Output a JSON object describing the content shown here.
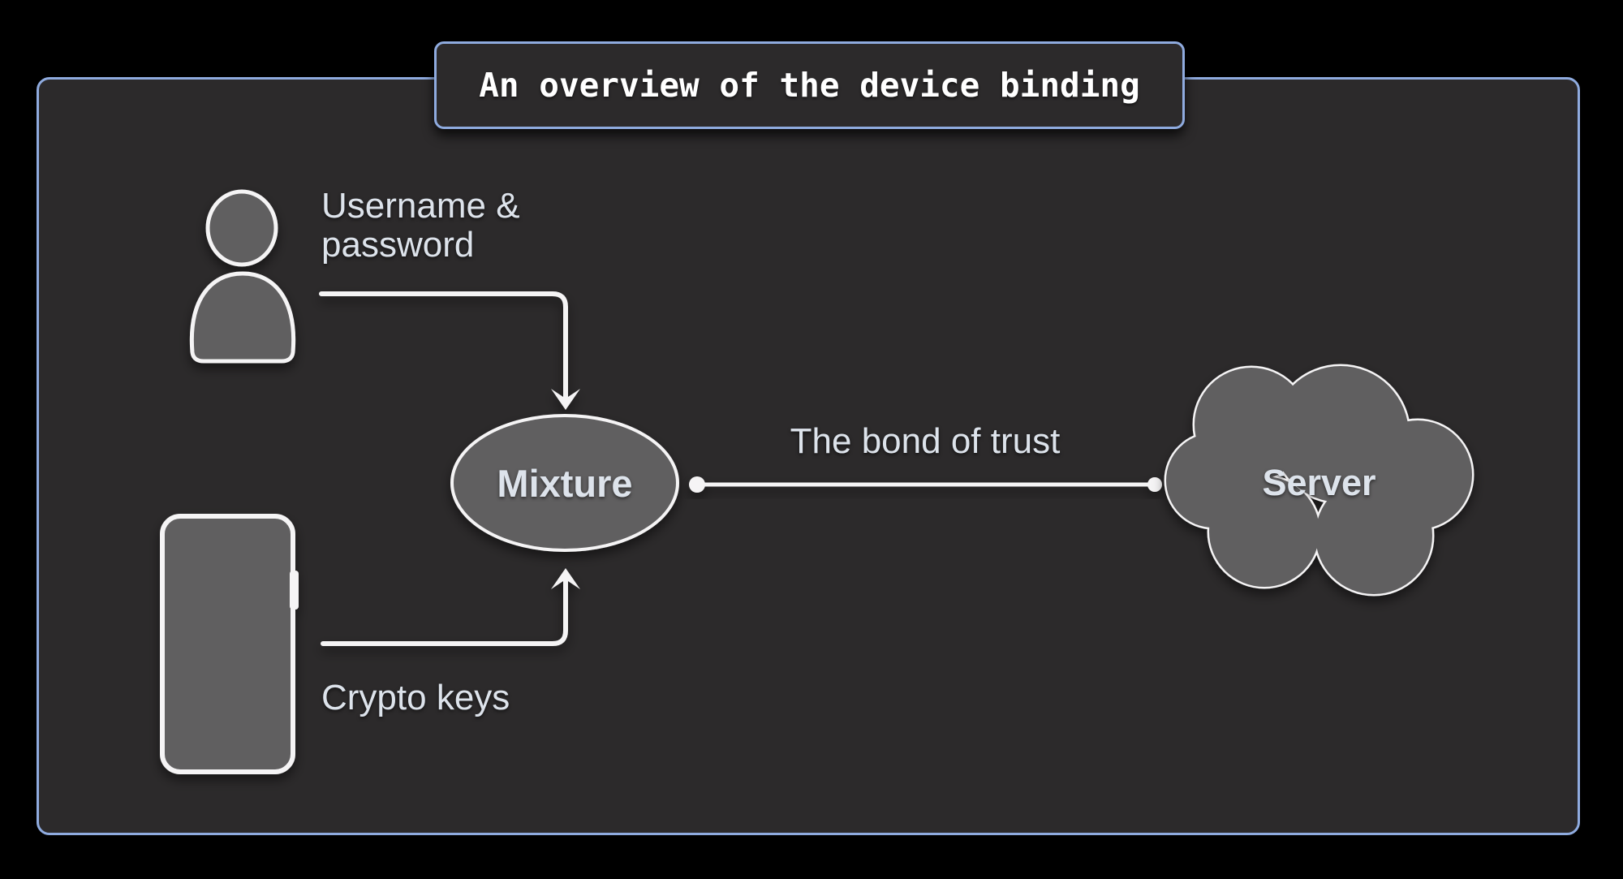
{
  "title": {
    "text": "An overview of the device binding"
  },
  "nodes": {
    "mixture": {
      "label": "Mixture"
    },
    "server": {
      "label": "Server"
    }
  },
  "labels": {
    "user_input": "Username &\npassword",
    "device_input": "Crypto keys",
    "bond": "The bond of trust"
  },
  "colors": {
    "accent_border": "#8fabdf",
    "panel_fill": "#2c2a2b",
    "shape_fill": "#615f60",
    "stroke": "#f5f4f5",
    "label_text": "#dde3eb",
    "title_text": "#ffffff"
  }
}
